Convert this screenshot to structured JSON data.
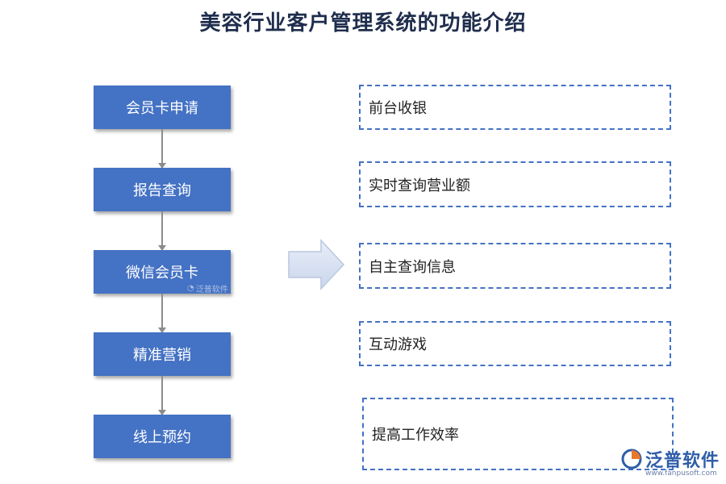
{
  "title": "美容行业客户管理系统的功能介绍",
  "steps": [
    {
      "label": "会员卡申请"
    },
    {
      "label": "报告查询"
    },
    {
      "label": "微信会员卡"
    },
    {
      "label": "精准营销"
    },
    {
      "label": "线上预约"
    }
  ],
  "features": [
    {
      "label": "前台收银"
    },
    {
      "label": "实时查询营业额"
    },
    {
      "label": "自主查询信息"
    },
    {
      "label": "互动游戏"
    },
    {
      "label": "提高工作效率"
    }
  ],
  "watermark": {
    "small_text": "泛普软件"
  },
  "logo": {
    "name": "泛普软件",
    "url": "www.fanpusoft.com"
  },
  "colors": {
    "step_fill": "#4472c4",
    "feature_border": "#4472c4",
    "arrow_fill": "#dbe4f3"
  }
}
